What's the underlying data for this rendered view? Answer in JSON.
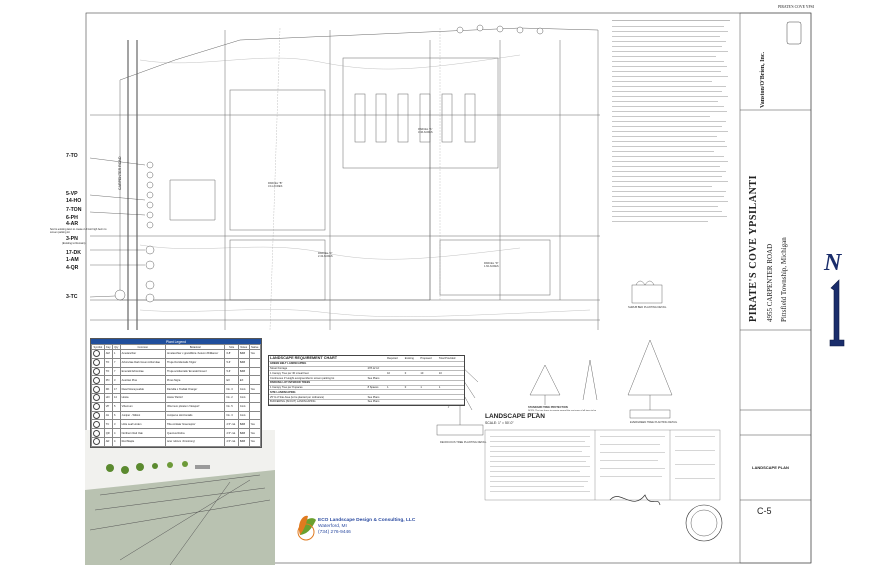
{
  "callouts": [
    "7-TO",
    "5-VP",
    "14-HO",
    "7-TON",
    "6-PH",
    "4-AR",
    "Sod to existing lawn to create 2-3 foot high berm to screen parking lot",
    "3-PN",
    "(Existing to Remain)",
    "17-DK",
    "1-AM",
    "4-QR",
    "3-TC"
  ],
  "road_label": "CARPENTER ROAD",
  "parcels": [
    {
      "label": "PARCEL \"A\"",
      "area": "3.46 ACRES"
    },
    {
      "label": "PARCEL \"B\"",
      "area": "3.11 ACRES"
    },
    {
      "label": "PARCEL \"C\"",
      "area": "2.43 ACRES"
    },
    {
      "label": "PARCEL \"D\"",
      "area": "1.60 ACRES"
    }
  ],
  "plant_legend": {
    "title": "Plant Legend",
    "headers": [
      "Symbol",
      "Key",
      "Qty",
      "Common",
      "Botanical",
      "Size",
      "Notes",
      "Native"
    ],
    "rows": [
      [
        "",
        "AM",
        "1",
        "Amelanchier",
        "Amelanchier x grandiflora 'Autumn Brilliance'",
        "6-8'",
        "B&B",
        "Yes"
      ],
      [
        "",
        "TO",
        "7",
        "Arborvitae Dark Green Arborvitae",
        "Thuja Occidentalis 'Nigra'",
        "5-6'",
        "B&B",
        ""
      ],
      [
        "",
        "TO",
        "7",
        "Emerald Arborvitae",
        "Thuja occidentalis 'Emerald Green'",
        "5-6'",
        "B&B",
        ""
      ],
      [
        "",
        "PN",
        "3",
        "Austrian Pine",
        "Pinus Nigra",
        "EX",
        "EX",
        ""
      ],
      [
        "",
        "DK",
        "17",
        "Dwarf Honeysuckle",
        "Diervilla x 'Kodiak Orange'",
        "No. 3",
        "Cont.",
        "Yes"
      ],
      [
        "",
        "HO",
        "14",
        "Hosta",
        "Hosta 'Patriot'",
        "No. 2",
        "Cont.",
        ""
      ],
      [
        "",
        "VP",
        "5",
        "Viburnum",
        "Viburnum plicatum 'Newport'",
        "No. 5",
        "Cont.",
        ""
      ],
      [
        "",
        "JH",
        "6",
        "Juniper - Wiltoni",
        "Juniperus Horizontalis",
        "No. 3",
        "Cont.",
        ""
      ],
      [
        "",
        "TC",
        "3",
        "Little Leaf Linden",
        "Tilia cordata 'Greenspire'",
        "2.5\" cal.",
        "B&B",
        "Yes"
      ],
      [
        "",
        "QR",
        "4",
        "Northern Red Oak",
        "Quercus Rubra",
        "2.5\" cal.",
        "B&B",
        "Yes"
      ],
      [
        "",
        "AR",
        "4",
        "Red Maple",
        "Acer rubrum 'Armstrong'",
        "2.5\" cal.",
        "B&B",
        "Yes"
      ]
    ]
  },
  "requirements": {
    "title": "LANDSCAPE REQUIREMENT CHART",
    "headers": [
      "",
      "",
      "Required",
      "Existing",
      "Proposed",
      "Total Provided"
    ],
    "rows": [
      [
        "GREEN BELT LANDSCAPING",
        "",
        "",
        "",
        "",
        ""
      ],
      [
        "Street frontage",
        "278.12 LF",
        "",
        "",
        "",
        ""
      ],
      [
        "1 Canopy Tree per 30 Lineal Feet",
        "",
        "10",
        "0",
        "10",
        "10"
      ],
      [
        "Continuous 3' Height evergreen/berm screen parking lot",
        "See Plans",
        "",
        "",
        "",
        ""
      ],
      [
        "PARKING LOT INTERIOR TREES",
        "",
        "",
        "",
        "",
        ""
      ],
      [
        "1 Canopy Tree per 8 spaces",
        "8 Spaces",
        "1",
        "0",
        "1",
        "1"
      ],
      [
        "SITE LANDSCAPING",
        "",
        "",
        "",
        "",
        ""
      ],
      [
        "25 % of Site Area (to be planted per ordinance)",
        "See Plans",
        "",
        "",
        "",
        ""
      ],
      [
        "BUFFERING (IN/OUT) LANDSCAPING",
        "See Plans",
        "",
        "",
        "",
        ""
      ]
    ]
  },
  "details": {
    "deciduous": "DECIDUOUS TREE PLANTING DETAIL",
    "evergreen": "EVERGREEN TREE PLANTING DETAIL",
    "shrub": "SHRUB BED PLANTING DETAIL",
    "standard_tree": "STANDARD TREE PROTECTION",
    "standard_tree_note": "NOTE: The tree fence to remain around the root zone of all trees to be preserved."
  },
  "plan_title": "LANDSCAPE PLAN",
  "plan_scale": "SCALE: 1\" = 50'-0\"",
  "company": {
    "name": "ECO Landscape Design & Consulting, LLC",
    "city": "Waterford, MI",
    "phone": "(734) 276-9446"
  },
  "title_block": {
    "project": "PIRATE'S COVE YPSILANTI",
    "address": "4955 CARPENTER ROAD",
    "township": "Pittsfield Township, Michigan",
    "firm": "Vanston/O'Brien, Inc.",
    "sheet_label": "LANDSCAPE PLAN",
    "sheet_number": "C-5",
    "top_note": "PIRATE'S COVE YPSI"
  },
  "north": "N",
  "colors": {
    "legend_header": "#1f4e9c",
    "north_arrow": "#1a2d6b",
    "leaf_green": "#6aa02e",
    "leaf_orange": "#e07a1f"
  }
}
